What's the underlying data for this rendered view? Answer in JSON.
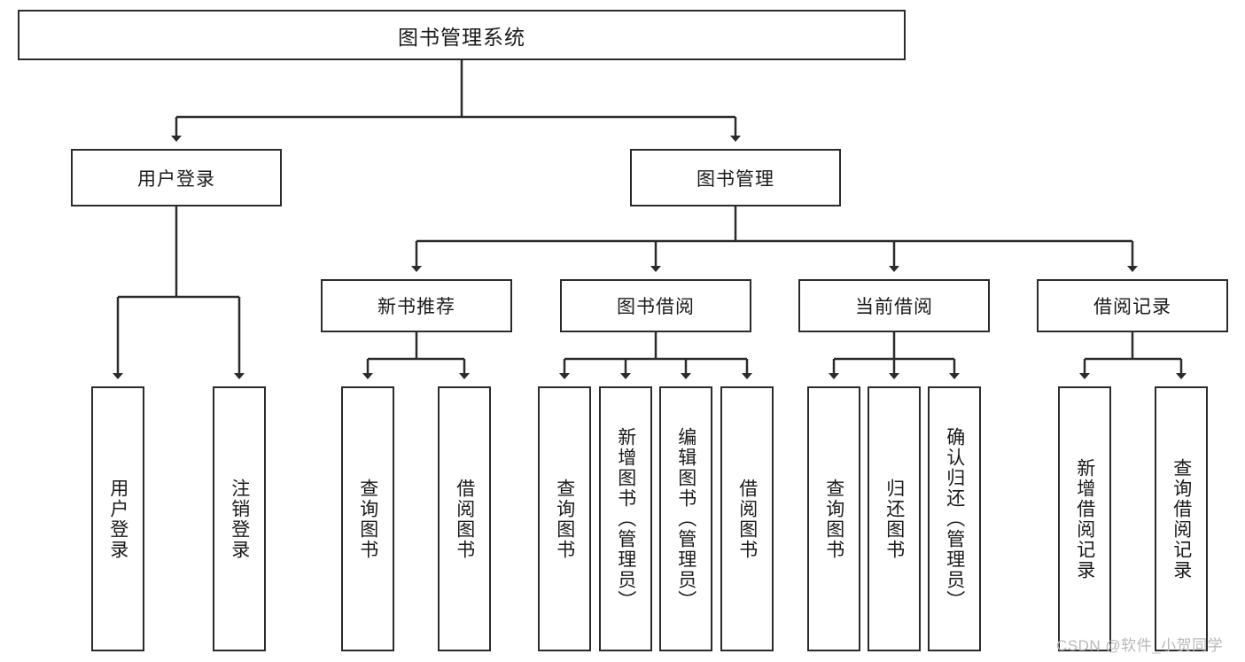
{
  "diagram": {
    "title": "图书管理系统",
    "background_color": "#ffffff",
    "line_color": "#2b2b2b",
    "text_color": "#1a1a1a",
    "type": "tree-hierarchy-diagram",
    "root": {
      "label": "图书管理系统"
    },
    "level1": [
      {
        "label": "用户登录"
      },
      {
        "label": "图书管理"
      }
    ],
    "level2": [
      {
        "label": "新书推荐"
      },
      {
        "label": "图书借阅"
      },
      {
        "label": "当前借阅"
      },
      {
        "label": "借阅记录"
      }
    ],
    "leaves": {
      "user_login": [
        {
          "label": "用户登录"
        },
        {
          "label": "注销登录"
        }
      ],
      "new_book_recommend": [
        {
          "label": "查询图书"
        },
        {
          "label": "借阅图书"
        }
      ],
      "book_borrow": [
        {
          "label": "查询图书"
        },
        {
          "label": "新增图书（管理员）"
        },
        {
          "label": "编辑图书（管理员）"
        },
        {
          "label": "借阅图书"
        }
      ],
      "current_borrow": [
        {
          "label": "查询图书"
        },
        {
          "label": "归还图书"
        },
        {
          "label": "确认归还（管理员）"
        }
      ],
      "borrow_record": [
        {
          "label": "新增借阅记录"
        },
        {
          "label": "查询借阅记录"
        }
      ]
    }
  },
  "watermark": {
    "text": "CSDN @软件_小贺同学"
  }
}
